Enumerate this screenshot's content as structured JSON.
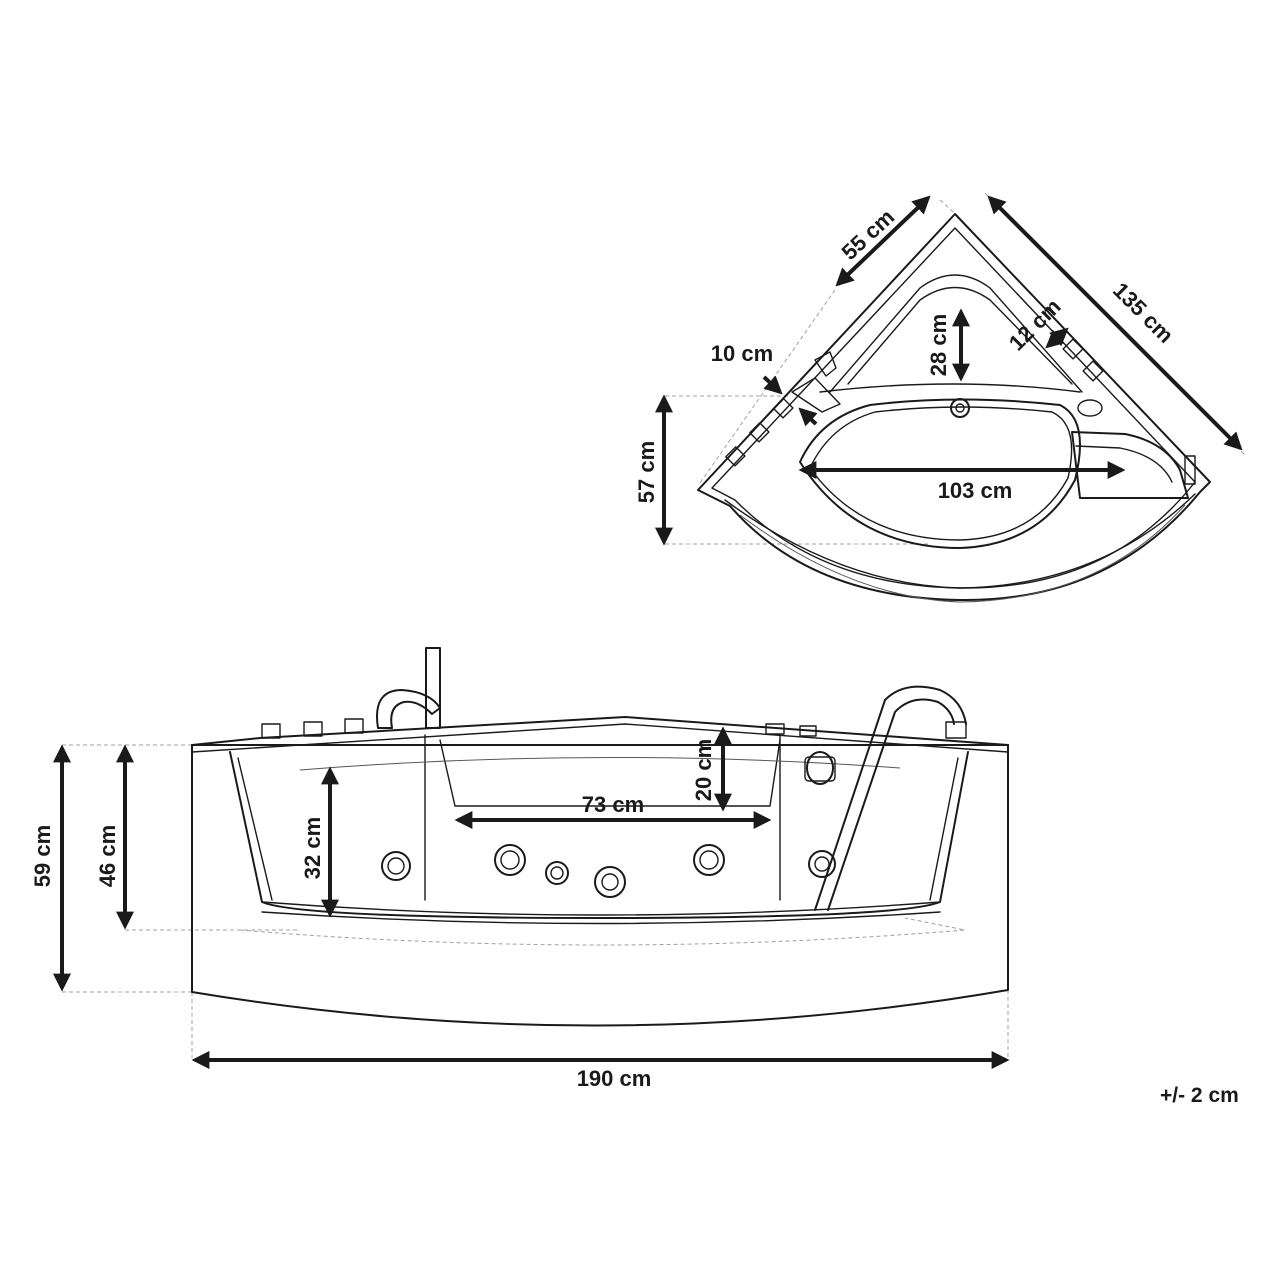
{
  "top_view": {
    "dims": {
      "side": "55 cm",
      "diagonal": "135 cm",
      "seat_depth": "28 cm",
      "rim_step": "12 cm",
      "rim_width": "10 cm",
      "depth": "57 cm",
      "basin_width": "103 cm"
    }
  },
  "front_view": {
    "dims": {
      "total_height": "59 cm",
      "inner_height": "46 cm",
      "basin_depth": "32 cm",
      "seat_height": "20 cm",
      "seat_width": "73 cm",
      "total_width": "190 cm"
    }
  },
  "tolerance": "+/- 2 cm"
}
